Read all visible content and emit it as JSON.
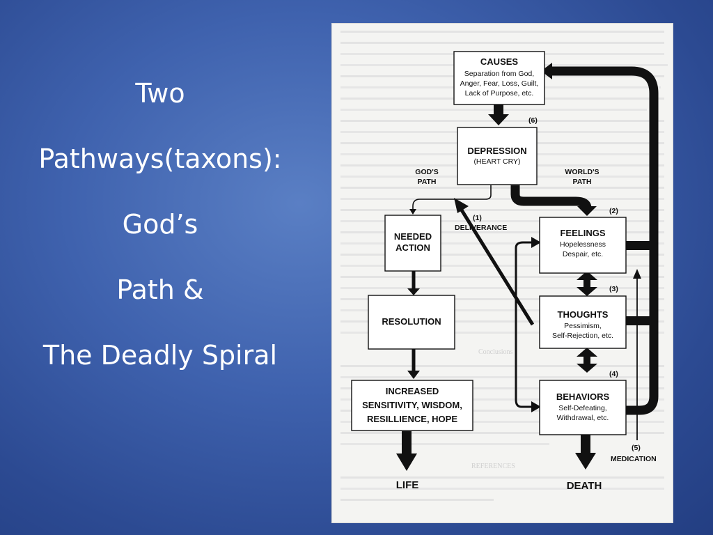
{
  "slide": {
    "title_lines": [
      "Two",
      "Pathways(taxons):",
      "God’s",
      "Path  &",
      "The Deadly Spiral"
    ]
  },
  "diagram": {
    "causes": {
      "heading": "CAUSES",
      "lines": [
        "Separation from God,",
        "Anger, Fear, Loss, Guilt,",
        "Lack of Purpose, etc."
      ]
    },
    "depression": {
      "heading": "DEPRESSION",
      "sub": "(HEART CRY)",
      "step": "(6)"
    },
    "gods_path_label": [
      "GOD'S",
      "PATH"
    ],
    "worlds_path_label": [
      "WORLD'S",
      "PATH"
    ],
    "deliverance": {
      "step": "(1)",
      "label": "DELIVERANCE"
    },
    "needed_action": {
      "lines": [
        "NEEDED",
        "ACTION"
      ]
    },
    "feelings": {
      "step": "(2)",
      "heading": "FEELINGS",
      "lines": [
        "Hopelessness",
        "Despair, etc."
      ]
    },
    "thoughts": {
      "step": "(3)",
      "heading": "THOUGHTS",
      "lines": [
        "Pessimism,",
        "Self-Rejection, etc."
      ]
    },
    "behaviors": {
      "step": "(4)",
      "heading": "BEHAVIORS",
      "lines": [
        "Self-Defeating,",
        "Withdrawal, etc."
      ]
    },
    "resolution": {
      "heading": "RESOLUTION"
    },
    "increased": {
      "lines": [
        "INCREASED",
        "SENSITIVITY, WISDOM,",
        "RESILLIENCE, HOPE"
      ]
    },
    "medication": {
      "step": "(5)",
      "label": "MEDICATION"
    },
    "life": "LIFE",
    "death": "DEATH",
    "background_headings": [
      "Conclusions",
      "REFERENCES"
    ]
  }
}
